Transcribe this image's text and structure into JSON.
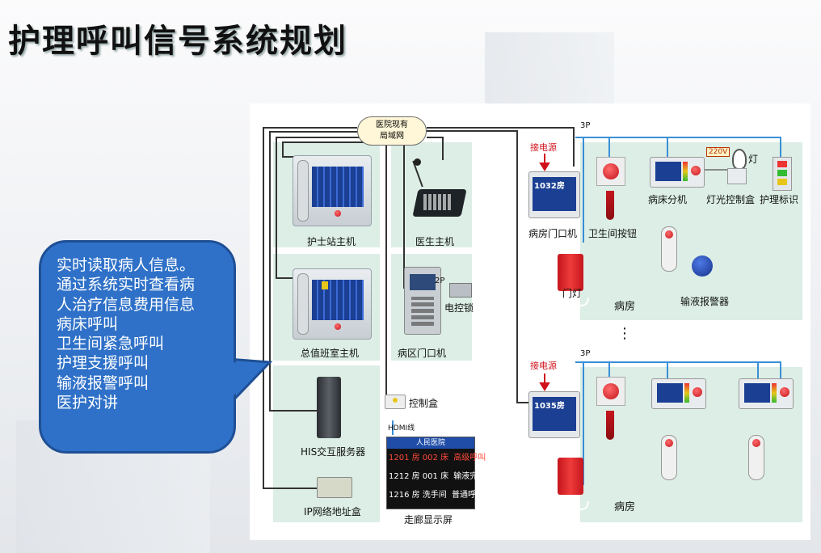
{
  "title": "护理呼叫信号系统规划",
  "cloud": {
    "line1": "医院现有",
    "line2": "局域网"
  },
  "bubble": {
    "lines": [
      "实时读取病人信息。",
      "通过系统实时查看病",
      "人治疗信息费用信息",
      "病床呼叫",
      "卫生间紧急呼叫",
      "护理支援呼叫",
      "输液报警呼叫",
      "医护对讲"
    ]
  },
  "devices": {
    "nurse_station": "护士站主机",
    "doctor_host": "医生主机",
    "duty_room": "总值班室主机",
    "ward_door_unit": "病区门口机",
    "electric_lock": "电控锁",
    "his_server": "HIS交互服务器",
    "controller_box": "控制盒",
    "hdmi": "HDMI线",
    "ip_box": "IP网络地址盒",
    "corridor_display": "走廊显示屏",
    "ward_door_machine": "病房门口机",
    "door_light": "门灯",
    "bathroom_button": "卫生间按钮",
    "bed_extension": "病床分机",
    "light_control": "灯光控制盒",
    "nursing_sign": "护理标识",
    "infusion_alarm": "输液报警器",
    "lamp": "灯",
    "ward": "病房",
    "power": "接电源",
    "wire_3p": "3P",
    "wire_2p": "2P",
    "v220": "220V",
    "room1": "1032房",
    "room2": "1035房",
    "dots": "⋮"
  },
  "corridor": {
    "header": "人民医院",
    "rows": [
      {
        "room": "1201 房 002 床",
        "status": "高级呼叫"
      },
      {
        "room": "1212 房 001 床",
        "status": "输液完毕"
      },
      {
        "room": "1216 房 洗手间",
        "status": "普通呼叫"
      }
    ]
  },
  "colors": {
    "zone": "#dceee5",
    "bubble": "#2f71c8",
    "alarm_red": "#d0101a",
    "wire_blue": "#3a8fd6"
  }
}
